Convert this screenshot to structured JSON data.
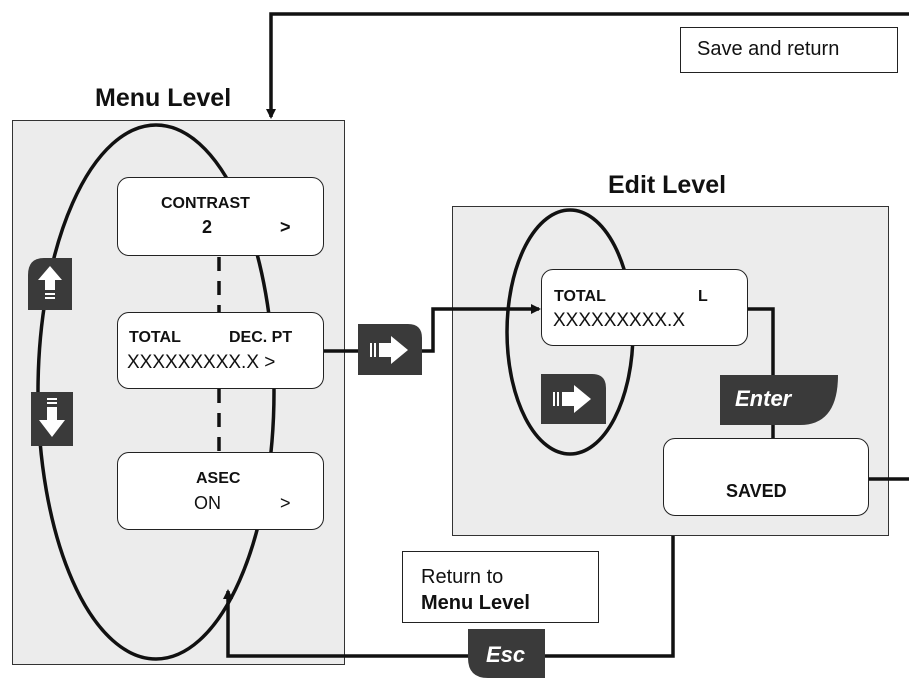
{
  "notes": {
    "save_return": "Save and return",
    "return_line1": "Return to",
    "return_line2": "Menu Level"
  },
  "levels": {
    "menu_title": "Menu Level",
    "edit_title": "Edit Level"
  },
  "menu_items": [
    {
      "line1": "CONTRAST",
      "value": "2",
      "arrow": ">"
    },
    {
      "line1_left": "TOTAL",
      "line1_right": "DEC. PT",
      "value": "XXXXXXXXX.X >"
    },
    {
      "line1": "ASEC",
      "value": "ON",
      "arrow": ">"
    }
  ],
  "edit_display": {
    "line1_left": "TOTAL",
    "line1_right": "L",
    "value": "XXXXXXXXX.X"
  },
  "saved_label": "SAVED",
  "keys": {
    "enter": "Enter",
    "esc": "Esc"
  },
  "colors": {
    "panel_bg": "#ececec",
    "key_bg": "#3a3a3a",
    "line": "#111111"
  },
  "icons": [
    "up-arrow-key-icon",
    "down-arrow-key-icon",
    "right-arrow-key-icon",
    "enter-key-icon",
    "esc-key-icon"
  ]
}
